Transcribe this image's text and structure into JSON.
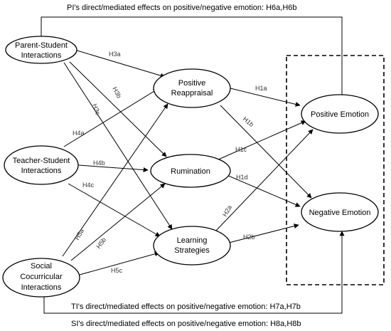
{
  "nodes": {
    "ps": [
      "Parent-Student",
      "Interactions"
    ],
    "ts": [
      "Teacher-Student",
      "Interactions"
    ],
    "sc": [
      "Social",
      "Cocurricular",
      "Interactions"
    ],
    "pr": [
      "Positive",
      "Reappraisal"
    ],
    "ru": [
      "Rumination"
    ],
    "ls": [
      "Learning",
      "Strategies"
    ],
    "pe": [
      "Positive Emotion"
    ],
    "ne": [
      "Negative Emotion"
    ]
  },
  "hypotheses": {
    "h1a": "H1a",
    "h1b": "H1b",
    "h1c": "H1c",
    "h1d": "H1d",
    "h2a": "H2a",
    "h2b": "H2b",
    "h3a": "H3a",
    "h3b": "H3b",
    "h3c": "H3c",
    "h4a": "H4a",
    "h4b": "H4b",
    "h4c": "H4c",
    "h5a": "H5a",
    "h5b": "H5b",
    "h5c": "H5c"
  },
  "notes": {
    "top": "PI's direct/mediated effects on positive/negative emotion: H6a,H6b",
    "middle": "TI's direct/mediated effects on positive/negative emotion: H7a,H7b",
    "bottom": "SI's direct/mediated effects on positive/negative emotion: H8a,H8b"
  }
}
